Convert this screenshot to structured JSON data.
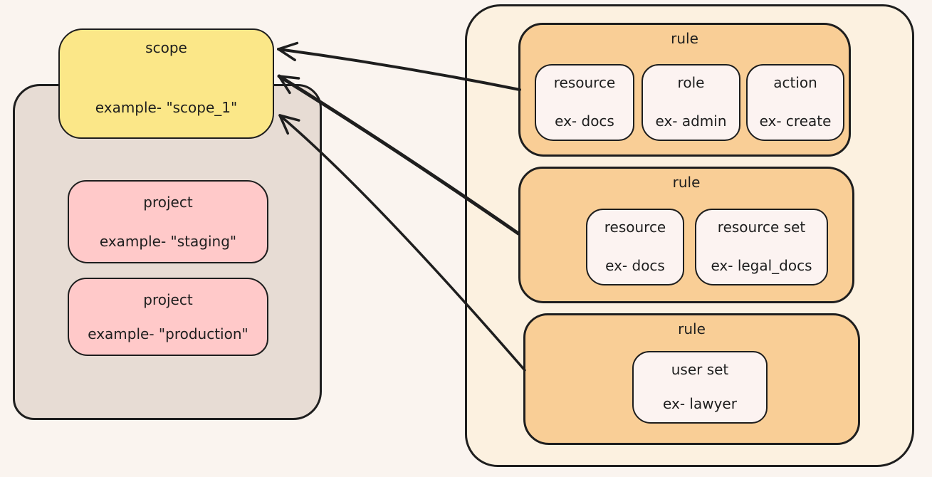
{
  "canvas": {
    "background": "#FAF4EF",
    "ink": "#1e1e1e"
  },
  "scope_group": {
    "container_fill": "#E7DCD4",
    "scope": {
      "title": "scope",
      "example": "example- \"scope_1\"",
      "fill": "#FBE788"
    },
    "project_fill": "#FFC9C9",
    "projects": [
      {
        "title": "project",
        "example": "example- \"staging\""
      },
      {
        "title": "project",
        "example": "example- \"production\""
      }
    ]
  },
  "rules_group": {
    "container_fill": "#FCF1E0",
    "rule_fill": "#F9CE96",
    "item_fill": "#FCF3F1",
    "rules": [
      {
        "title": "rule",
        "items": [
          {
            "title": "resource",
            "example": "ex- docs"
          },
          {
            "title": "role",
            "example": "ex- admin"
          },
          {
            "title": "action",
            "example": "ex- create"
          }
        ]
      },
      {
        "title": "rule",
        "items": [
          {
            "title": "resource",
            "example": "ex- docs"
          },
          {
            "title": "resource set",
            "example": "ex- legal_docs"
          }
        ]
      },
      {
        "title": "rule",
        "items": [
          {
            "title": "user set",
            "example": "ex- lawyer"
          }
        ]
      }
    ]
  },
  "connections": [
    {
      "from": "rule-1",
      "to": "scope"
    },
    {
      "from": "rule-2",
      "to": "scope"
    },
    {
      "from": "rule-3",
      "to": "scope"
    }
  ]
}
